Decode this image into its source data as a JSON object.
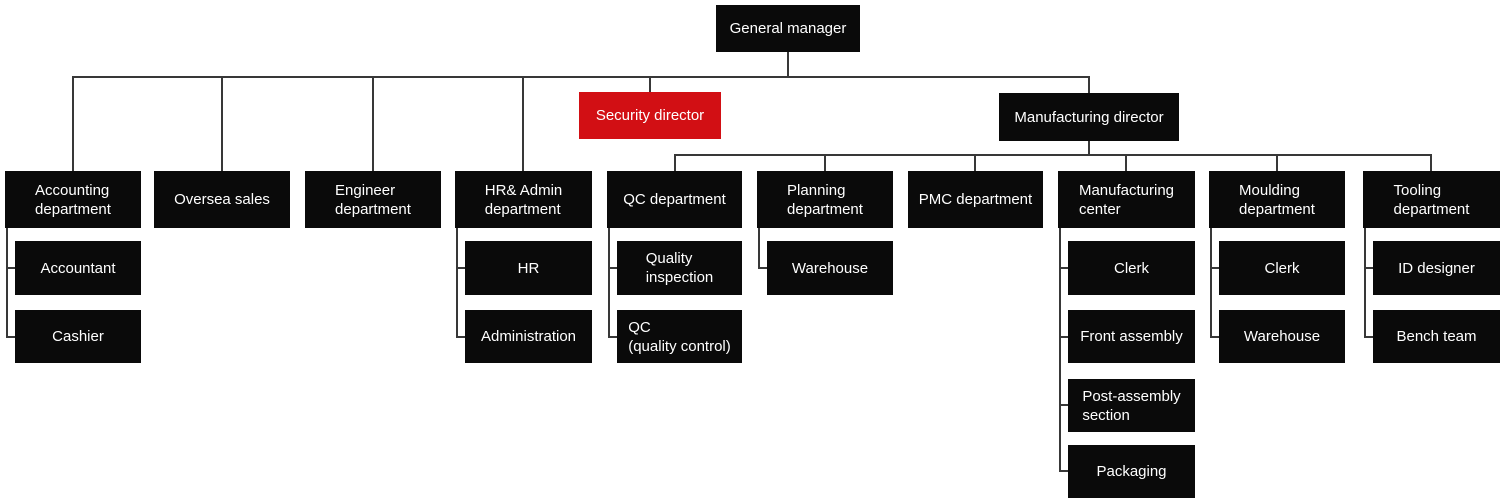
{
  "colors": {
    "page_background": "#ffffff",
    "box_background": "#0a0a0a",
    "box_text": "#ffffff",
    "highlight_background": "#d20f14",
    "connector": "#383838"
  },
  "org": {
    "general_manager": {
      "label": "General manager"
    },
    "security_director": {
      "label": "Security director"
    },
    "manufacturing_director": {
      "label": "Manufacturing director"
    },
    "departments": {
      "accounting": {
        "label": "Accounting\ndepartment",
        "children": {
          "accountant": {
            "label": "Accountant"
          },
          "cashier": {
            "label": "Cashier"
          }
        }
      },
      "oversea_sales": {
        "label": "Oversea sales"
      },
      "engineer": {
        "label": "Engineer\ndepartment"
      },
      "hr_admin": {
        "label": "HR& Admin\ndepartment",
        "children": {
          "hr": {
            "label": "HR"
          },
          "administration": {
            "label": "Administration"
          }
        }
      },
      "qc": {
        "label": "QC department",
        "children": {
          "quality_inspection": {
            "label": "Quality\ninspection"
          },
          "qc_quality_control": {
            "label": "QC\n(quality control)"
          }
        }
      },
      "planning": {
        "label": "Planning\ndepartment",
        "children": {
          "warehouse": {
            "label": "Warehouse"
          }
        }
      },
      "pmc": {
        "label": "PMC department"
      },
      "manufacturing_center": {
        "label": "Manufacturing\ncenter",
        "children": {
          "clerk": {
            "label": "Clerk"
          },
          "front_assembly": {
            "label": "Front assembly"
          },
          "post_assembly": {
            "label": "Post-assembly\nsection"
          },
          "packaging": {
            "label": "Packaging"
          }
        }
      },
      "moulding": {
        "label": "Moulding\ndepartment",
        "children": {
          "clerk": {
            "label": "Clerk"
          },
          "warehouse": {
            "label": "Warehouse"
          }
        }
      },
      "tooling": {
        "label": "Tooling\ndepartment",
        "children": {
          "id_designer": {
            "label": "ID designer"
          },
          "bench_team": {
            "label": "Bench team"
          }
        }
      }
    }
  }
}
